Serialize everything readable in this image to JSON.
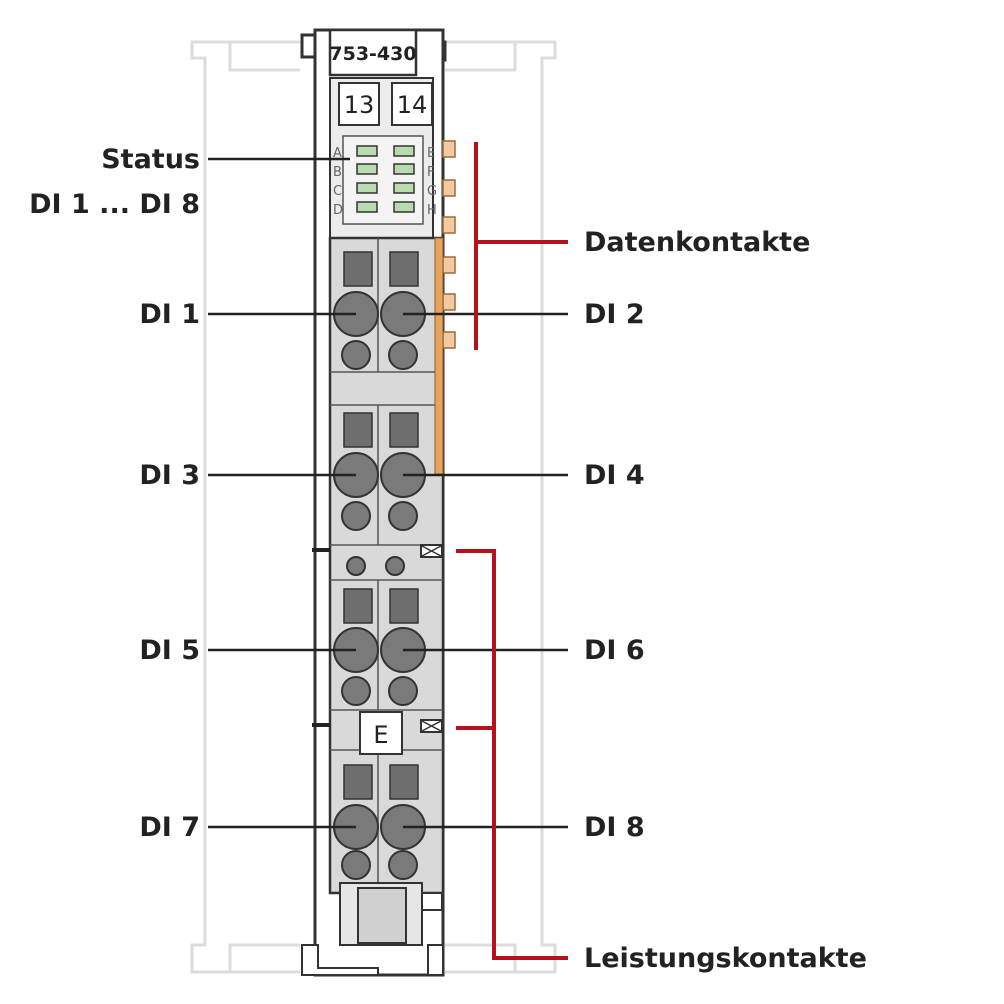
{
  "module": {
    "part_number": "753-430",
    "terminal_labels": [
      "13",
      "14"
    ],
    "marker_label": "E"
  },
  "led_panel": {
    "left_letters": [
      "A",
      "B",
      "C",
      "D"
    ],
    "right_letters": [
      "E",
      "F",
      "G",
      "H"
    ]
  },
  "labels": {
    "status": "Status",
    "di_range": "DI 1 ... DI 8",
    "data_contacts": "Datenkontakte",
    "power_contacts": "Leistungskontakte",
    "di1": "DI 1",
    "di2": "DI 2",
    "di3": "DI 3",
    "di4": "DI 4",
    "di5": "DI 5",
    "di6": "DI 6",
    "di7": "DI 7",
    "di8": "DI 8"
  },
  "colors": {
    "module_body": "#d9d9d9",
    "module_outline": "#333333",
    "clamp": "#6e6e6e",
    "led": "#b8dcb0",
    "data_contact": "#e8a45c",
    "bracket": "#b5121b",
    "rail": "#e6e6e6"
  }
}
